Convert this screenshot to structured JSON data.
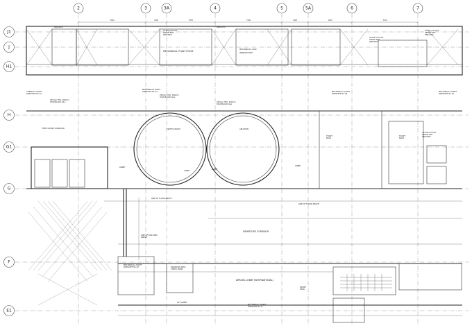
{
  "grid": {
    "columns": [
      "2",
      "3",
      "3A",
      "4",
      "5",
      "5A",
      "6",
      "7"
    ],
    "rows": [
      "J1",
      "J",
      "H1",
      "H",
      "G1",
      "G",
      "F",
      "E1"
    ]
  },
  "dimensions": {
    "top": [
      "3900",
      "3900",
      "5550",
      "7200",
      "3900",
      "3900",
      "3150"
    ]
  },
  "labels": {
    "services_1": "SERVICES",
    "services_2": "SERVICES",
    "glass_cutout_1": "GLASS CUTOUT\nABOVE FOR\nSERVICES",
    "mech_plant_room": "MECHANICAL PLANT ROOM",
    "window_seat": "WINDOW SEAT",
    "mech_void": "MECHANICAL VOID",
    "stair_3": "STAIR 3",
    "glass_cutout_2": "GLASS CUTOUT\nABOVE FOR\nSERVICES",
    "glass_cutout_3": "GLASS CUTOUT\nABOVE FOR\nSERVICES",
    "chemical_shaft": "CHEMICAL SHAFT\nRISER REF No.1A",
    "mech_shaft_1": "MECHANICAL SHAFT\nRISER REF No.1C",
    "bom_1": "250mm THK. 300mm\nHIGH BLOCK SILL",
    "bom_2": "250mm THK. 300mm\nHIGH BLOCK SILL",
    "bom_3": "250mm THK. 300mm\nHIGH BLOCK SILL",
    "mech_shaft_2": "MECHANICAL SHAFT\nRISER REF No.1B",
    "mech_shaft_3": "MECHANICAL SHAFT\nRISER REF No.1D",
    "time_corridor": "TIME COURSE CORRIDOR",
    "traffic_room": "TRAFFIC ROOM",
    "ablution": "ABLUTION",
    "lobby_1": "LOBBY",
    "lobby_2": "LOBBY",
    "lobby_3": "LOBBY",
    "lobby_4": "LOBBY",
    "toilet_1": "TOILET\nMALE",
    "toilet_2": "TOILET\nMALE",
    "glass_cutout_4": "GLASS CUTOUT\nABOVE FOR\nSERVICES",
    "line_floor_1": "LINE OF FLOOR ABOVE",
    "line_floor_2": "LINE OF FLOOR ABOVE",
    "line_building": "LINE OF BUILDING\nABOVE",
    "departure_corridor": "DEPARTURE CORRIDOR",
    "arrival_lobby": "ARRIVAL LOBBY (INTERNATIONAL)",
    "mech_shaft_4": "MECHANICAL SHAFT\nRISER REF No.1E",
    "boarding_pass": "BOARDING PASS\nCHECK POINT",
    "mech_shaft_5": "MECHANICAL SHAFT\nRISER REF No.1F",
    "lift_lobby": "LIFT LOBBY",
    "front_desk": "FRONT\nDESK"
  }
}
